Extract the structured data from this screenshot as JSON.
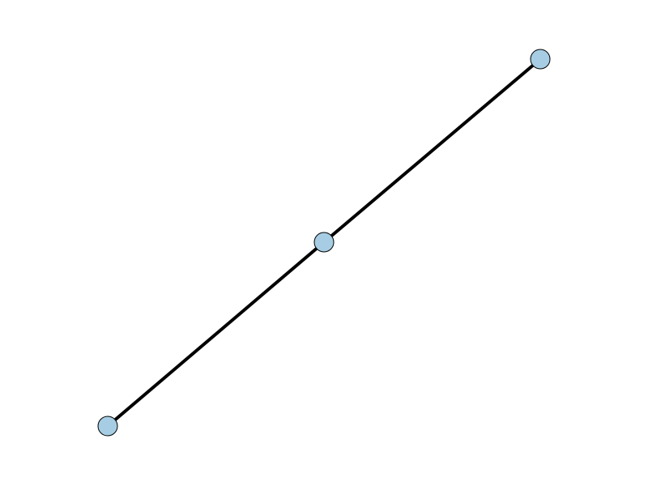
{
  "graph": {
    "node_color": "#a6cde3",
    "node_outline_color": "#000000",
    "edge_color": "#000000",
    "nodes": [
      {
        "id": "n0"
      },
      {
        "id": "n1"
      },
      {
        "id": "n2"
      }
    ],
    "edges": [
      {
        "source": "n0",
        "target": "n1"
      },
      {
        "source": "n1",
        "target": "n2"
      }
    ]
  }
}
